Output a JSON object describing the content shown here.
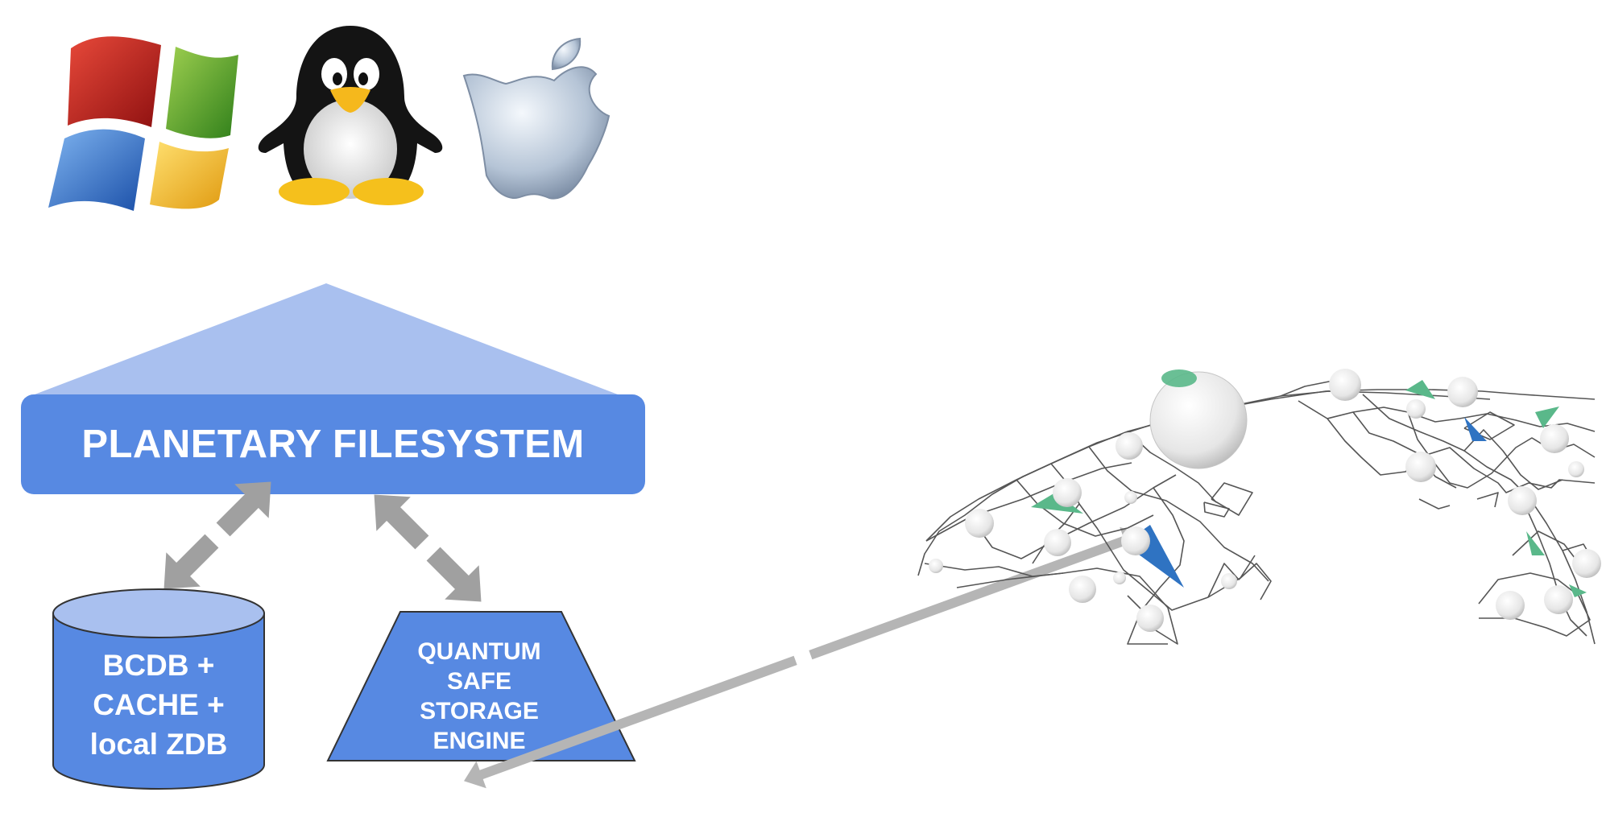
{
  "os_logos": [
    {
      "name": "Windows",
      "icon": "windows-logo-icon"
    },
    {
      "name": "Linux",
      "icon": "tux-penguin-icon"
    },
    {
      "name": "macOS",
      "icon": "apple-logo-icon"
    }
  ],
  "filesystem": {
    "label": "PLANETARY FILESYSTEM"
  },
  "database": {
    "lines": [
      "BCDB +",
      "CACHE +",
      "local ZDB"
    ]
  },
  "storage_engine": {
    "lines": [
      "QUANTUM",
      "SAFE",
      "STORAGE",
      "ENGINE"
    ]
  },
  "network": {
    "icon": "global-node-network-icon"
  },
  "colors": {
    "primary_blue": "#5789e2",
    "light_blue": "#a9c0ef",
    "arrow_gray": "#a0a0a0",
    "node_green": "#5ab88a",
    "node_blue": "#2f73c2"
  }
}
